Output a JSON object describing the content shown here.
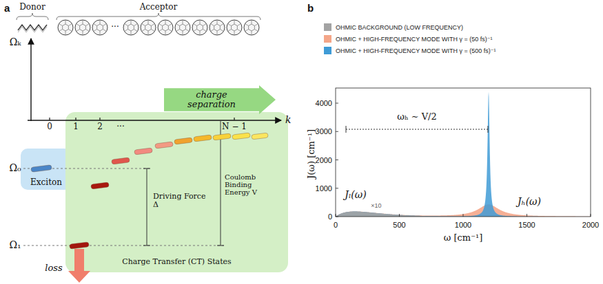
{
  "diagram": {
    "nodes": [
      {
        "text": [
          "Exciton"
        ]
      },
      {
        "text": [
          "Charge Transfer (CT) States"
        ]
      },
      {
        "text": [
          "charge separation"
        ]
      }
    ],
    "labels": [
      "a",
      "Donor",
      "Acceptor",
      "···",
      "Ωₖ",
      "k",
      "0",
      "1",
      "2",
      "···",
      "N − 1",
      "Ω₀",
      "Driving Force Δ",
      "Coulomb Binding Energy V",
      "Ω₁",
      "loss",
      "b",
      "4000",
      "3000",
      "2000",
      "1000",
      "0",
      "0",
      "500",
      "1000",
      "1500",
      "2000",
      "J(ω) [cm⁻¹]",
      "ω [cm⁻¹]",
      "ωₕ ∼ V/2",
      "Jₗ(ω)",
      "×10",
      "Jₕ(ω)"
    ],
    "legend": [
      {
        "text": "OHMIC BACKGROUND (LOW FREQUENCY)",
        "color": "#a3a3a3"
      },
      {
        "text": "OHMIC + HIGH-FREQUENCY MODE WITH γ = (50 fs)⁻¹",
        "color": "#f4a689"
      },
      {
        "text": "OHMIC + HIGH-FREQUENCY MODE WITH γ = (500 fs)⁻¹",
        "color": "#3f9bd6"
      }
    ]
  }
}
